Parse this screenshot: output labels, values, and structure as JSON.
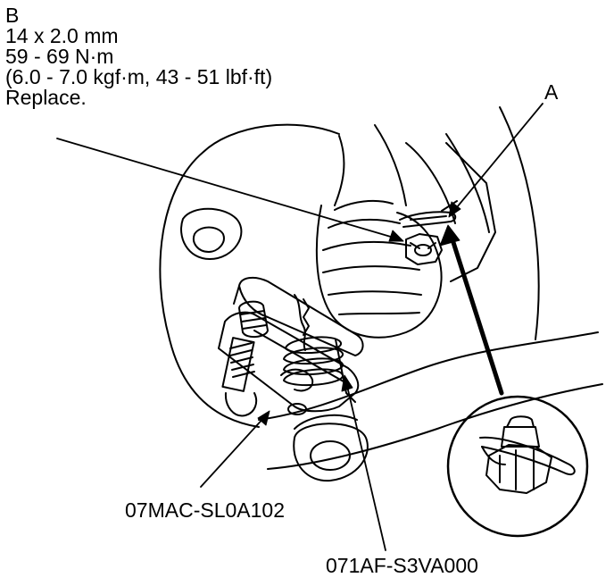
{
  "callouts": {
    "fastener_letter": "B",
    "thread_size": "14 x 2.0 mm",
    "torque_nm": "59 - 69 N·m",
    "torque_alt": "(6.0 - 7.0 kgf·m, 43 - 51 lbf·ft)",
    "instruction": "Replace.",
    "pin_letter": "A"
  },
  "tool_numbers": {
    "ball_joint_remover": "07MAC-SL0A102",
    "ball_joint_holder": "071AF-S3VA000"
  },
  "colors": {
    "line": "#000000",
    "background": "#ffffff"
  }
}
